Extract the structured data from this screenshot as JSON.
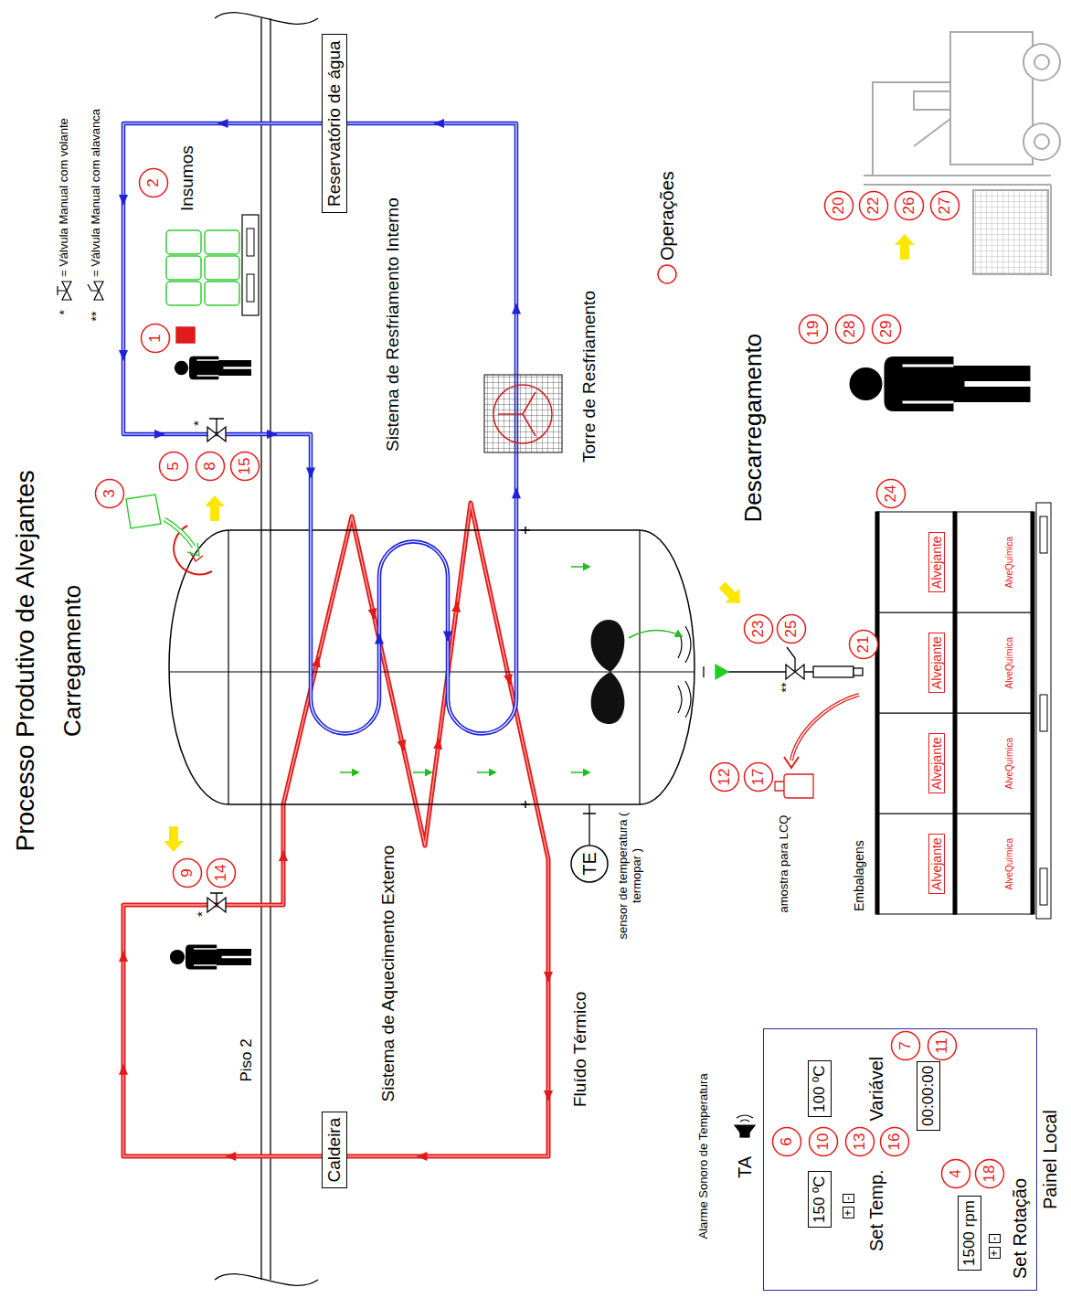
{
  "diagram": {
    "title": "Processo Produtivo de Alvejantes",
    "nodes": [
      {
        "text": [
          "Reservatório de água"
        ]
      },
      {
        "text": [
          "Caldeira"
        ]
      },
      {
        "text": [
          "TE"
        ]
      },
      {
        "text": [
          "1"
        ]
      },
      {
        "text": [
          "2"
        ]
      },
      {
        "text": [
          "3"
        ]
      },
      {
        "text": [
          "5"
        ]
      },
      {
        "text": [
          "8"
        ]
      },
      {
        "text": [
          "15"
        ]
      },
      {
        "text": [
          "9"
        ]
      },
      {
        "text": [
          "14"
        ]
      },
      {
        "text": [
          "12"
        ]
      },
      {
        "text": [
          "17"
        ]
      },
      {
        "text": [
          "21"
        ]
      },
      {
        "text": [
          "23"
        ]
      },
      {
        "text": [
          "25"
        ]
      },
      {
        "text": [
          "24"
        ]
      },
      {
        "text": [
          "19"
        ]
      },
      {
        "text": [
          "28"
        ]
      },
      {
        "text": [
          "29"
        ]
      },
      {
        "text": [
          "20"
        ]
      },
      {
        "text": [
          "22"
        ]
      },
      {
        "text": [
          "26"
        ]
      },
      {
        "text": [
          "27"
        ]
      },
      {
        "text": [
          "Alvejante"
        ]
      },
      {
        "text": [
          "Alvejante"
        ]
      },
      {
        "text": [
          "Alvejante"
        ]
      },
      {
        "text": [
          "Alvejante"
        ]
      },
      {
        "text": [
          "Painel Local"
        ]
      },
      {
        "text": [
          "150 ºC"
        ],
        "in": 28
      },
      {
        "text": [
          "100 ºC"
        ],
        "in": 28
      },
      {
        "text": [
          "00:00:00"
        ],
        "in": 28
      },
      {
        "text": [
          "1500 rpm"
        ],
        "in": 28
      },
      {
        "text": [
          "6"
        ],
        "in": 28
      },
      {
        "text": [
          "10"
        ],
        "in": 28
      },
      {
        "text": [
          "13"
        ],
        "in": 28
      },
      {
        "text": [
          "16"
        ],
        "in": 28
      },
      {
        "text": [
          "7"
        ],
        "in": 28
      },
      {
        "text": [
          "11"
        ],
        "in": 28
      },
      {
        "text": [
          "4"
        ],
        "in": 28
      },
      {
        "text": [
          "18"
        ],
        "in": 28
      }
    ],
    "labels": [
      "Carregamento",
      "Descarregamento",
      "*",
      "**",
      "Insumos",
      "Sistema de Resfriamento Interno",
      "Torre de Resfriamento",
      "Sistema de Aquecimento Externo",
      "Fluído Térmico",
      "Piso 2",
      "sensor de temperatura ( termopar )",
      "amostra para LCQ",
      "Embalagens",
      "AlveQuímica",
      "AlveQuímica",
      "AlveQuímica",
      "AlveQuímica",
      "*",
      "*",
      "**",
      "Alarme Sonoro de Temperatura",
      "TA",
      "Set Temp.",
      "Variável",
      "Set Rotação",
      "+",
      "-",
      "+",
      "-"
    ],
    "legend": [
      {
        "text": "= Válvula Manual com volante"
      },
      {
        "text": "= Válvula Manual com alavanca"
      },
      {
        "text": "Operações"
      }
    ]
  }
}
